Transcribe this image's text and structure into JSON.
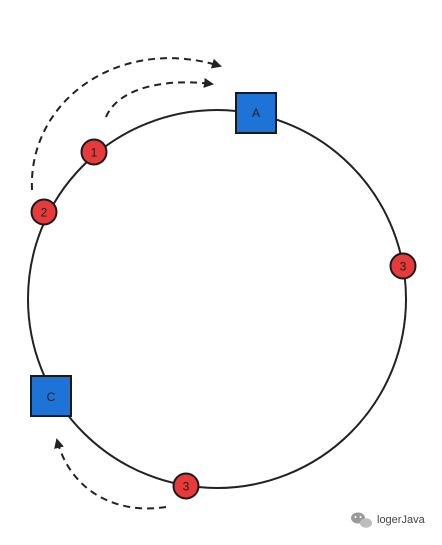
{
  "diagram": {
    "colors": {
      "ring": "#222222",
      "server_fill": "#1e73d6",
      "server_stroke": "#1a1a1a",
      "node_fill": "#e83a3a",
      "node_stroke": "#1a1a1a",
      "arrow": "#222222"
    },
    "servers": [
      {
        "id": "server-a",
        "label": "A"
      },
      {
        "id": "server-c",
        "label": "C"
      }
    ],
    "nodes": [
      {
        "id": "node-1",
        "label": "1"
      },
      {
        "id": "node-2",
        "label": "2"
      },
      {
        "id": "node-3-right",
        "label": "3"
      },
      {
        "id": "node-3-bottom",
        "label": "3"
      }
    ],
    "arrows": [
      {
        "id": "arrow-from-1-to-a",
        "from": "node-1",
        "to": "server-a",
        "style": "dashed"
      },
      {
        "id": "arrow-from-2-to-a",
        "from": "node-2",
        "to": "server-a",
        "style": "dashed"
      },
      {
        "id": "arrow-from-3-to-c",
        "from": "node-3-bottom",
        "to": "server-c",
        "style": "dashed"
      }
    ]
  },
  "watermark": {
    "icon": "wechat-icon",
    "text": "logerJava"
  }
}
